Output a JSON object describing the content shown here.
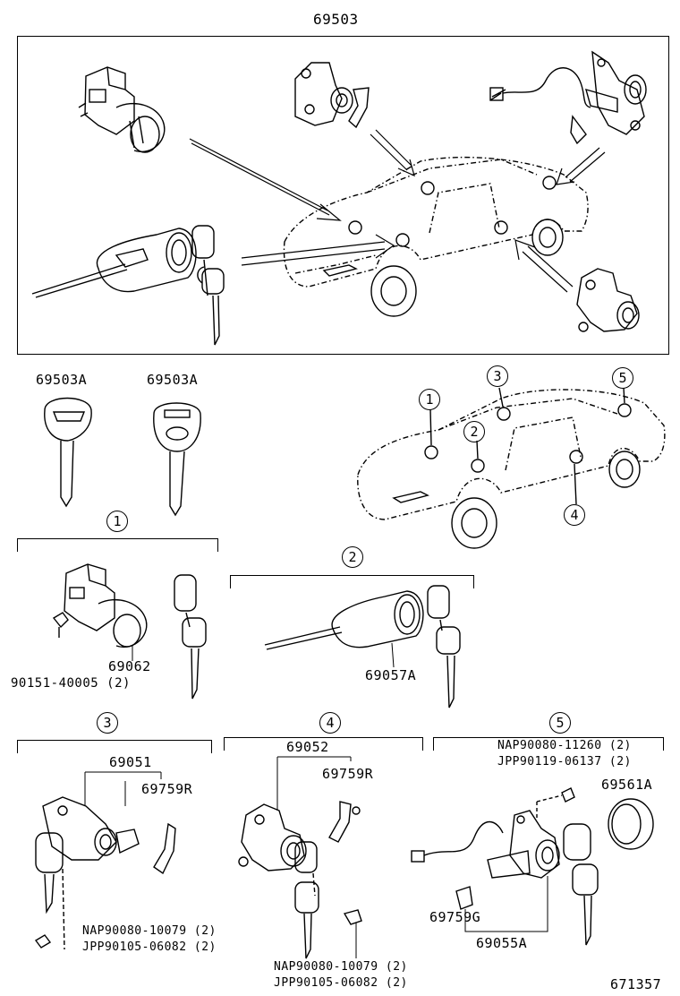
{
  "diagram": {
    "top_part_no": "69503",
    "key_left_part_no": "69503A",
    "key_right_part_no": "69503A",
    "figure_no": "671357",
    "markers": [
      "1",
      "2",
      "3",
      "4",
      "5"
    ],
    "group1": {
      "marker": "1",
      "part_main": "69062",
      "part_bolt": "90151-40005 (2)"
    },
    "group2": {
      "marker": "2",
      "part_main": "69057A"
    },
    "group3": {
      "marker": "3",
      "part_main": "69051",
      "part_clip": "69759R",
      "screw_nap": "NAP90080-10079 (2)",
      "screw_jpp": "JPP90105-06082 (2)"
    },
    "group4": {
      "marker": "4",
      "part_main": "69052",
      "part_clip": "69759R",
      "screw_nap": "NAP90080-10079 (2)",
      "screw_jpp": "JPP90105-06082 (2)"
    },
    "group5": {
      "marker": "5",
      "screw_nap": "NAP90080-11260 (2)",
      "screw_jpp": "JPP90119-06137 (2)",
      "part_cap": "69561A",
      "part_clip": "69759G",
      "part_main": "69055A"
    }
  }
}
